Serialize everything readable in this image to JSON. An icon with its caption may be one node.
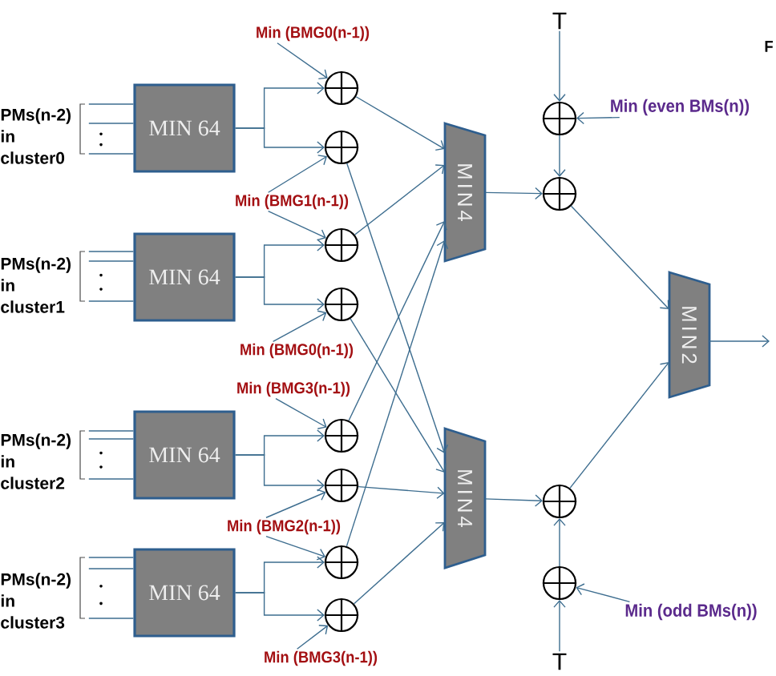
{
  "diagram": {
    "nodes": [
      {
        "text": [
          "PMs(n-2) in cluster0"
        ]
      },
      {
        "text": [
          "MIN 64"
        ]
      },
      {
        "text": [
          "PMs(n-2) in cluster1"
        ]
      },
      {
        "text": [
          "MIN 64"
        ]
      },
      {
        "text": [
          "PMs(n-2) in cluster2"
        ]
      },
      {
        "text": [
          "MIN 64"
        ]
      },
      {
        "text": [
          "PMs(n-2) in cluster3"
        ]
      },
      {
        "text": [
          "MIN 64"
        ]
      },
      {
        "text": [
          "Min (BMG0(n-1))"
        ]
      },
      {
        "text": [],
        "shape": "circle"
      },
      {
        "text": [],
        "shape": "circle"
      },
      {
        "text": [
          "Min (BMG1(n-1))"
        ]
      },
      {
        "text": [],
        "shape": "circle"
      },
      {
        "text": [],
        "shape": "circle"
      },
      {
        "text": [
          "Min (BMG0(n-1))"
        ]
      },
      {
        "text": [
          "Min (BMG3(n-1))"
        ]
      },
      {
        "text": [],
        "shape": "circle"
      },
      {
        "text": [],
        "shape": "circle"
      },
      {
        "text": [
          "Min (BMG2(n-1))"
        ]
      },
      {
        "text": [],
        "shape": "circle"
      },
      {
        "text": [],
        "shape": "circle"
      },
      {
        "text": [
          "Min (BMG3(n-1))"
        ]
      },
      {
        "text": [
          "MIN4"
        ]
      },
      {
        "text": [
          "MIN4"
        ]
      },
      {
        "text": [
          "T"
        ]
      },
      {
        "text": [],
        "shape": "circle"
      },
      {
        "text": [
          "Min (even BMs(n))"
        ]
      },
      {
        "text": [],
        "shape": "circle"
      },
      {
        "text": [
          "MIN2"
        ]
      },
      {
        "text": [],
        "shape": "circle"
      },
      {
        "text": [],
        "shape": "circle"
      },
      {
        "text": [
          "Min (odd BMs(n))"
        ]
      },
      {
        "text": [
          "T"
        ]
      }
    ],
    "edges": [
      {
        "from": 0,
        "to": 1,
        "arrow": "none"
      },
      {
        "from": 0,
        "to": 1,
        "arrow": "none"
      },
      {
        "from": 0,
        "to": 1,
        "arrow": "none"
      },
      {
        "from": 2,
        "to": 3,
        "arrow": "none"
      },
      {
        "from": 2,
        "to": 3,
        "arrow": "none"
      },
      {
        "from": 2,
        "to": 3,
        "arrow": "none"
      },
      {
        "from": 4,
        "to": 5,
        "arrow": "none"
      },
      {
        "from": 4,
        "to": 5,
        "arrow": "none"
      },
      {
        "from": 4,
        "to": 5,
        "arrow": "none"
      },
      {
        "from": 6,
        "to": 7,
        "arrow": "none"
      },
      {
        "from": 6,
        "to": 7,
        "arrow": "none"
      },
      {
        "from": 6,
        "to": 7,
        "arrow": "none"
      },
      {
        "from": 1,
        "to": 9,
        "arrow": "to"
      },
      {
        "from": 1,
        "to": 10,
        "arrow": "to"
      },
      {
        "from": 3,
        "to": 12,
        "arrow": "to"
      },
      {
        "from": 3,
        "to": 13,
        "arrow": "to"
      },
      {
        "from": 5,
        "to": 16,
        "arrow": "to"
      },
      {
        "from": 5,
        "to": 17,
        "arrow": "to"
      },
      {
        "from": 7,
        "to": 19,
        "arrow": "to"
      },
      {
        "from": 7,
        "to": 20,
        "arrow": "to"
      },
      {
        "from": 8,
        "to": 9,
        "arrow": "to"
      },
      {
        "from": 11,
        "to": 10,
        "arrow": "to"
      },
      {
        "from": 11,
        "to": 12,
        "arrow": "to"
      },
      {
        "from": 14,
        "to": 13,
        "arrow": "to"
      },
      {
        "from": 15,
        "to": 16,
        "arrow": "to"
      },
      {
        "from": 18,
        "to": 17,
        "arrow": "to"
      },
      {
        "from": 18,
        "to": 19,
        "arrow": "to"
      },
      {
        "from": 21,
        "to": 20,
        "arrow": "to"
      },
      {
        "from": 9,
        "to": 22,
        "arrow": "to"
      },
      {
        "from": 10,
        "to": 23,
        "arrow": "to"
      },
      {
        "from": 12,
        "to": 22,
        "arrow": "to"
      },
      {
        "from": 13,
        "to": 23,
        "arrow": "to"
      },
      {
        "from": 16,
        "to": 22,
        "arrow": "to"
      },
      {
        "from": 17,
        "to": 23,
        "arrow": "to"
      },
      {
        "from": 19,
        "to": 22,
        "arrow": "to"
      },
      {
        "from": 20,
        "to": 23,
        "arrow": "to"
      },
      {
        "from": 22,
        "to": 27,
        "arrow": "to"
      },
      {
        "from": 23,
        "to": 29,
        "arrow": "to"
      },
      {
        "from": 24,
        "to": 25,
        "arrow": "to"
      },
      {
        "from": 26,
        "to": 25,
        "arrow": "to"
      },
      {
        "from": 25,
        "to": 27,
        "arrow": "to"
      },
      {
        "from": 32,
        "to": 30,
        "arrow": "to"
      },
      {
        "from": 31,
        "to": 30,
        "arrow": "to"
      },
      {
        "from": 30,
        "to": 29,
        "arrow": "to"
      },
      {
        "from": 27,
        "to": 28,
        "arrow": "to"
      },
      {
        "from": 29,
        "to": 28,
        "arrow": "to"
      },
      {
        "from": 28,
        "to": null,
        "arrow": "to"
      }
    ],
    "labels": [
      "F"
    ]
  }
}
